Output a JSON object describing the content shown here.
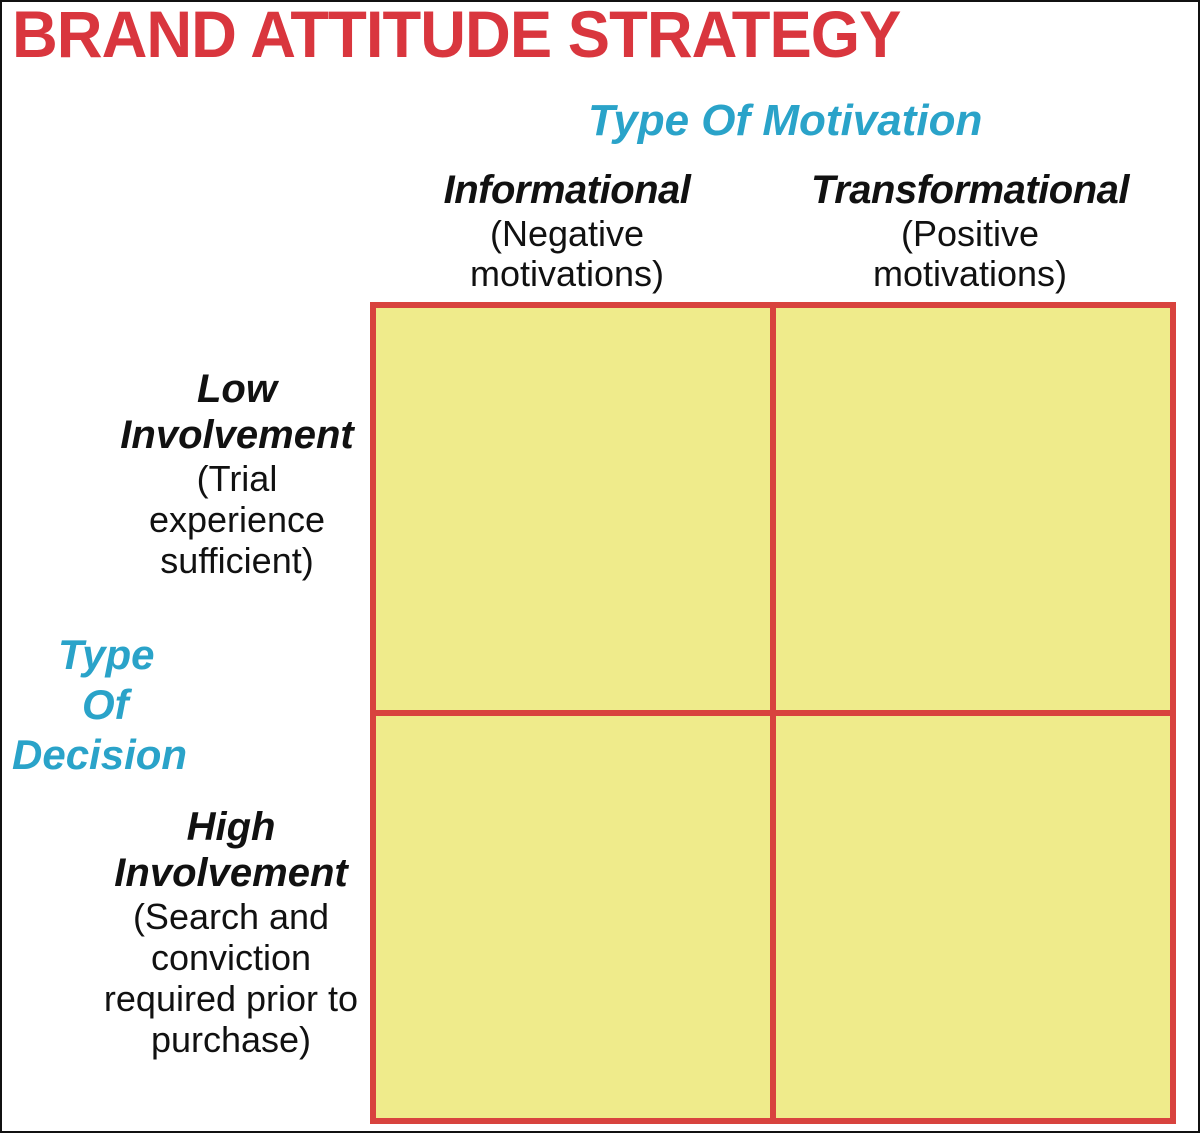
{
  "title": "BRAND ATTITUDE STRATEGY",
  "colors": {
    "title": "#d9363e",
    "axis_label": "#2aa3c9",
    "grid_border": "#d8433e",
    "cell_fill": "#efeb8b",
    "text": "#111111"
  },
  "motivation_axis": {
    "label": "Type Of Motivation",
    "columns": [
      {
        "name": "Informational",
        "sub_line1": "(Negative",
        "sub_line2": "motivations)"
      },
      {
        "name": "Transformational",
        "sub_line1": "(Positive",
        "sub_line2": "motivations)"
      }
    ]
  },
  "decision_axis": {
    "label_lines": [
      "Type",
      "Of",
      "Decision"
    ],
    "rows": [
      {
        "name_line1": "Low",
        "name_line2": "Involvement",
        "sub_lines": [
          "(Trial",
          "experience",
          "sufficient)"
        ]
      },
      {
        "name_line1": "High",
        "name_line2": "Involvement",
        "sub_lines": [
          "(Search and",
          "conviction",
          "required prior to",
          "purchase)"
        ]
      }
    ]
  }
}
